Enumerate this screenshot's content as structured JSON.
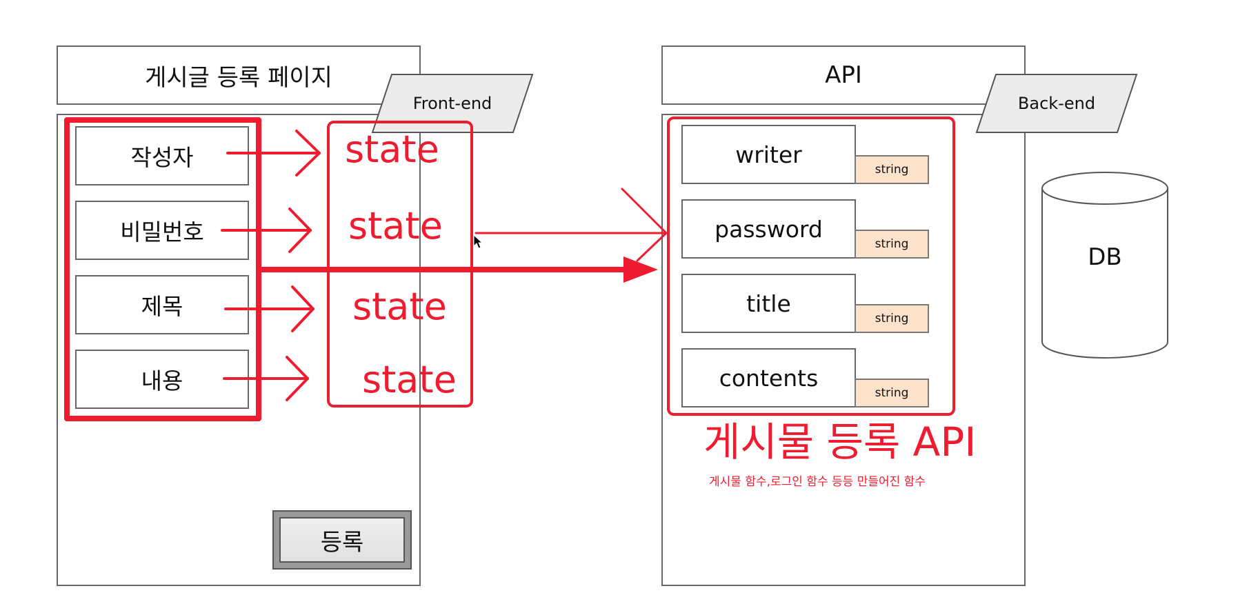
{
  "frontend": {
    "page_title": "게시글 등록 페이지",
    "tag": "Front-end",
    "fields": [
      "작성자",
      "비밀번호",
      "제목",
      "내용"
    ],
    "states": [
      "state",
      "state",
      "state",
      "state"
    ],
    "submit_button": "등록"
  },
  "backend": {
    "title": "API",
    "tag": "Back-end",
    "fields": [
      {
        "name": "writer",
        "type": "string"
      },
      {
        "name": "password",
        "type": "string"
      },
      {
        "name": "title",
        "type": "string"
      },
      {
        "name": "contents",
        "type": "string"
      }
    ],
    "api_label": "게시물 등록 API",
    "api_note": "게시물 함수,로그인 함수 등등 만들어진 함수",
    "db_label": "DB"
  },
  "colors": {
    "annotation_red": "#ee1c2e",
    "type_tag_fill": "#fde3cc",
    "tag_fill": "#ececec"
  }
}
